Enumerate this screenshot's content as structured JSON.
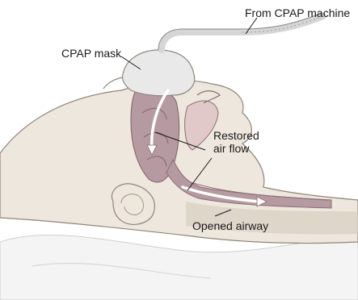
{
  "diagram": {
    "labels": {
      "from_machine": "From CPAP machine",
      "mask": "CPAP mask",
      "restored_air_flow": "Restored\nair flow",
      "opened_airway": "Opened airway"
    },
    "colors": {
      "skin": "#eee7dd",
      "skin_shadow": "#d9cfc2",
      "outline": "#8f857a",
      "airway": "#b69aa2",
      "airway_dark": "#8a6c75",
      "mask": "#e9e9e9",
      "tube": "#d6d6d6",
      "arrow": "#ffffff",
      "pillow": "#f4f4f4"
    }
  }
}
